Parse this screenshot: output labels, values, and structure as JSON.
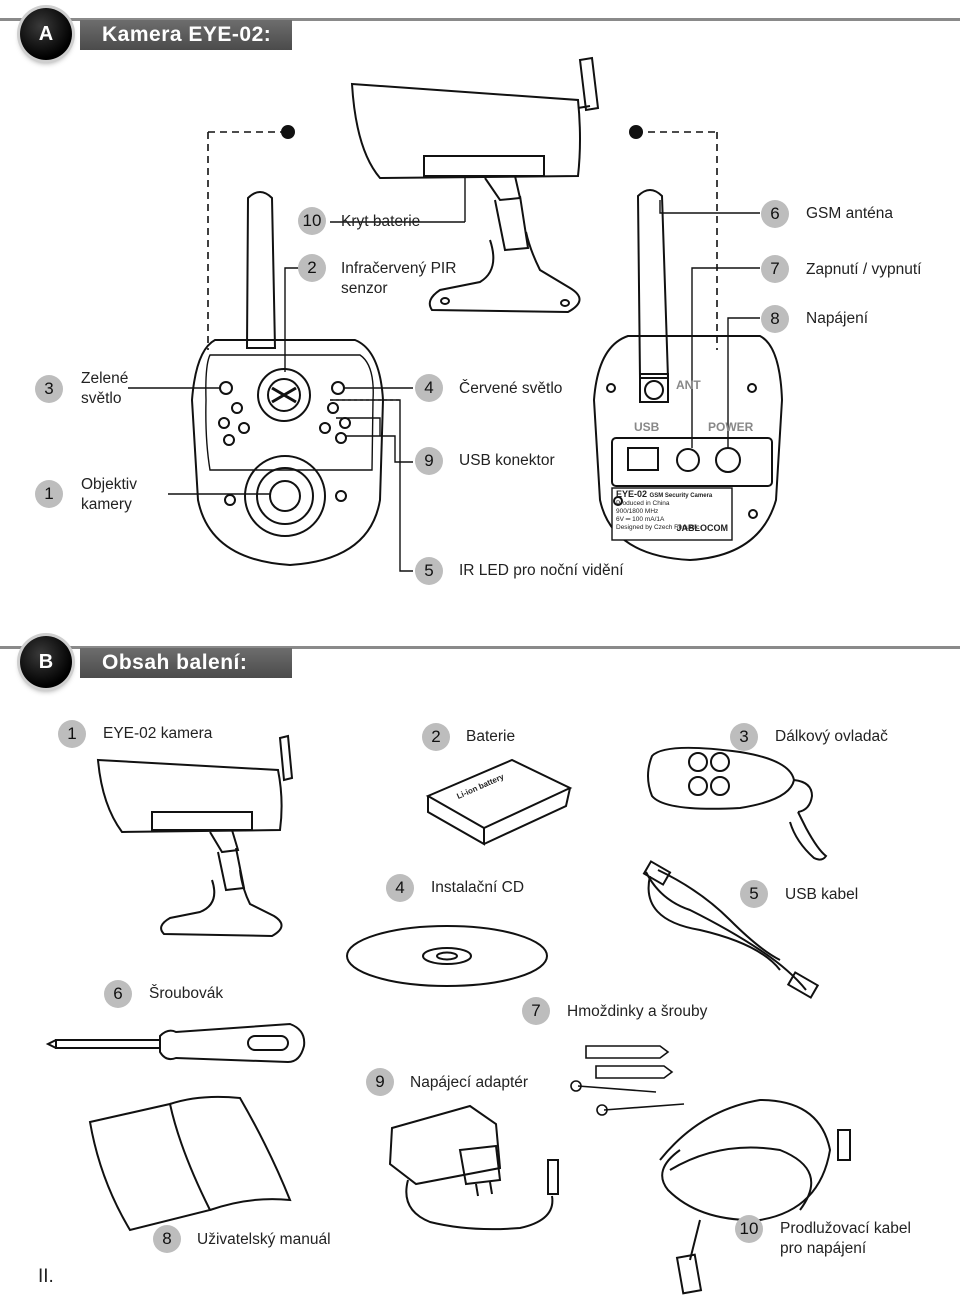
{
  "sectionA": {
    "letter": "A",
    "title": "Kamera EYE-02:"
  },
  "sectionB": {
    "letter": "B",
    "title": "Obsah balení:"
  },
  "diagram": {
    "callouts": [
      {
        "num": "10",
        "label": "Kryt baterie"
      },
      {
        "num": "2",
        "label": "Infračervený PIR senzor"
      },
      {
        "num": "6",
        "label": "GSM anténa"
      },
      {
        "num": "7",
        "label": "Zapnutí / vypnutí"
      },
      {
        "num": "8",
        "label": "Napájení"
      },
      {
        "num": "3",
        "label": "Zelené světlo"
      },
      {
        "num": "4",
        "label": "Červené světlo"
      },
      {
        "num": "9",
        "label": "USB konektor"
      },
      {
        "num": "1",
        "label": "Objektiv kamery"
      },
      {
        "num": "5",
        "label": "IR LED pro noční vidění"
      }
    ],
    "back_panel": {
      "ant": "ANT",
      "usb": "USB",
      "power": "POWER",
      "model": "EYE-02",
      "model_desc": "GSM Security Camera",
      "produced": "Produced in China",
      "bands": "900/1800 MHz",
      "rating": "6V ═ 100 mA/1A",
      "designed": "Designed by Czech Republic",
      "brand": "JABLOCOM"
    },
    "battery_text": "Li-ion battery"
  },
  "package": [
    {
      "num": "1",
      "label": "EYE-02 kamera"
    },
    {
      "num": "2",
      "label": "Baterie"
    },
    {
      "num": "3",
      "label": "Dálkový ovladač"
    },
    {
      "num": "4",
      "label": "Instalační CD"
    },
    {
      "num": "5",
      "label": "USB kabel"
    },
    {
      "num": "6",
      "label": "Šroubovák"
    },
    {
      "num": "7",
      "label": "Hmoždinky a šrouby"
    },
    {
      "num": "9",
      "label": "Napájecí adaptér"
    },
    {
      "num": "8",
      "label": "Uživatelský manuál"
    },
    {
      "num": "10",
      "label": "Prodlužovací kabel pro napájení"
    }
  ],
  "page_number": "II."
}
